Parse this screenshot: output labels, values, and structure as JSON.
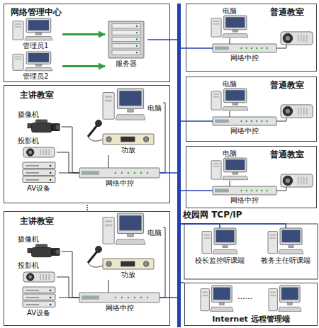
{
  "diagram": {
    "nodes": [
      {
        "text": [
          "网络管理中心"
        ]
      },
      {
        "text": [
          "管理员1"
        ],
        "in": 0
      },
      {
        "text": [
          "管理员2"
        ],
        "in": 0
      },
      {
        "text": [
          "服务器"
        ],
        "in": 0
      },
      {
        "text": [
          "普通教室"
        ]
      },
      {
        "text": [
          "电脑"
        ],
        "in": 4
      },
      {
        "text": [
          "网络中控"
        ],
        "in": 4
      },
      {
        "text": [
          "普通教室"
        ]
      },
      {
        "text": [
          "电脑"
        ],
        "in": 7
      },
      {
        "text": [
          "网络中控"
        ],
        "in": 7
      },
      {
        "text": [
          "普通教室"
        ]
      },
      {
        "text": [
          "电脑"
        ],
        "in": 10
      },
      {
        "text": [
          "网络中控"
        ],
        "in": 10
      },
      {
        "text": [
          "主讲教室"
        ]
      },
      {
        "text": [
          "摄像机"
        ],
        "in": 13
      },
      {
        "text": [
          "投影机"
        ],
        "in": 13
      },
      {
        "text": [
          "AV设备"
        ],
        "in": 13
      },
      {
        "text": [
          "电脑"
        ],
        "in": 13
      },
      {
        "text": [
          "功放"
        ],
        "in": 13
      },
      {
        "text": [
          "网络中控"
        ],
        "in": 13
      },
      {
        "text": [
          "主讲教室"
        ]
      },
      {
        "text": [
          "摄像机"
        ],
        "in": 20
      },
      {
        "text": [
          "投影机"
        ],
        "in": 20
      },
      {
        "text": [
          "AV设备"
        ],
        "in": 20
      },
      {
        "text": [
          "电脑"
        ],
        "in": 20
      },
      {
        "text": [
          "功放"
        ],
        "in": 20
      },
      {
        "text": [
          "网络中控"
        ],
        "in": 20
      },
      {
        "text": [
          "校园网 TCP/IP"
        ]
      },
      {
        "text": [
          "校长监控听课端"
        ]
      },
      {
        "text": [
          "教务主任听课端"
        ]
      },
      {
        "text": [
          "Internet 远程管理端"
        ]
      }
    ],
    "edges": [
      {
        "from": 1,
        "to": 3,
        "arrow": "to"
      },
      {
        "from": 2,
        "to": 3,
        "arrow": "to"
      },
      {
        "from": 3,
        "to": 27,
        "arrow": "none"
      },
      {
        "from": 5,
        "to": 6,
        "arrow": "none"
      },
      {
        "from": 6,
        "to": 27,
        "arrow": "none"
      },
      {
        "from": 8,
        "to": 9,
        "arrow": "none"
      },
      {
        "from": 9,
        "to": 27,
        "arrow": "none"
      },
      {
        "from": 11,
        "to": 12,
        "arrow": "none"
      },
      {
        "from": 12,
        "to": 27,
        "arrow": "none"
      },
      {
        "from": 14,
        "to": 19,
        "arrow": "none"
      },
      {
        "from": 15,
        "to": 19,
        "arrow": "none"
      },
      {
        "from": 16,
        "to": 19,
        "arrow": "none"
      },
      {
        "from": 17,
        "to": 19,
        "arrow": "none"
      },
      {
        "from": 18,
        "to": 19,
        "arrow": "none"
      },
      {
        "from": 19,
        "to": 27,
        "arrow": "none"
      },
      {
        "from": 21,
        "to": 26,
        "arrow": "none"
      },
      {
        "from": 22,
        "to": 26,
        "arrow": "none"
      },
      {
        "from": 23,
        "to": 26,
        "arrow": "none"
      },
      {
        "from": 24,
        "to": 26,
        "arrow": "none"
      },
      {
        "from": 25,
        "to": 26,
        "arrow": "none"
      },
      {
        "from": 26,
        "to": 27,
        "arrow": "none"
      },
      {
        "from": 27,
        "to": 28,
        "arrow": "none"
      },
      {
        "from": 27,
        "to": 29,
        "arrow": "none"
      },
      {
        "from": 27,
        "to": 30,
        "arrow": "none"
      }
    ],
    "labels": [
      "......"
    ]
  }
}
